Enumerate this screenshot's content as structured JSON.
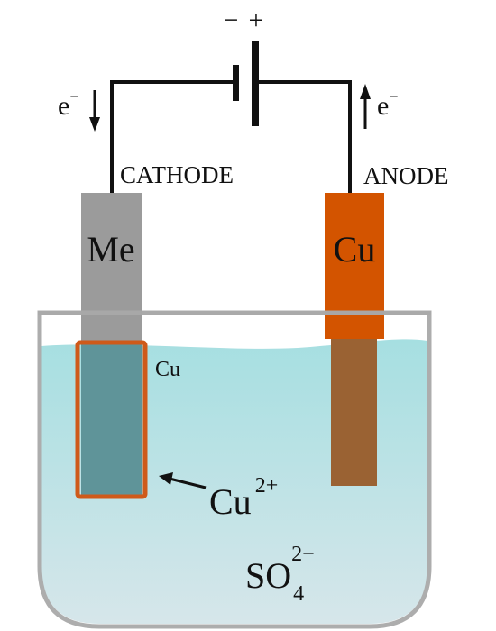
{
  "battery": {
    "minus": "−",
    "plus": "+"
  },
  "electrons": {
    "left": "e",
    "right": "e",
    "charge": "−"
  },
  "labels": {
    "cathode": "CATHODE",
    "anode": "ANODE",
    "cathode_metal": "Me",
    "anode_metal": "Cu",
    "coating": "Cu",
    "ion_cu": "Cu",
    "ion_cu_charge": "2+",
    "ion_so": "SO",
    "ion_so_sub": "4",
    "ion_so_charge": "2−"
  },
  "colors": {
    "wire": "#111111",
    "cathode_electrode": "#9a9a9a",
    "anode_electrode": "#d35400",
    "copper_coating": "#cf5a1a",
    "solution_top": "#a6dfe1",
    "solution_bottom": "#d6e5ea",
    "beaker": "#a9a9a9"
  }
}
